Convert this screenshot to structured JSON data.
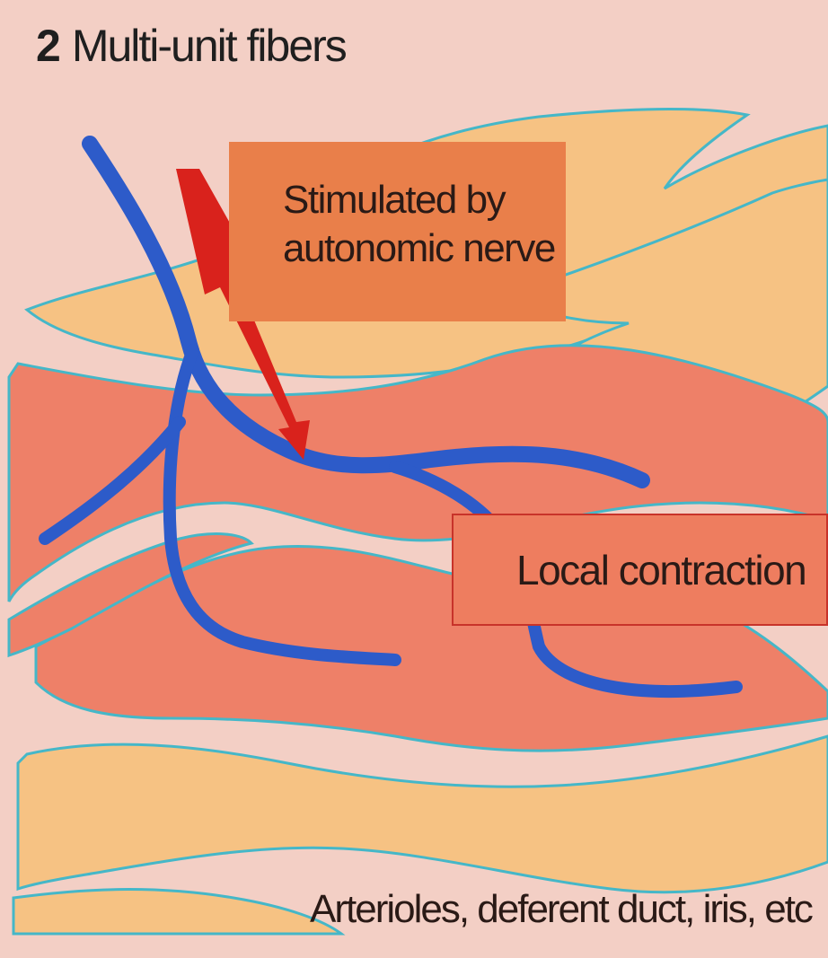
{
  "figure": {
    "title_number": "2",
    "title_text": "Multi-unit fibers",
    "stimulus_label_line1": "Stimulated by",
    "stimulus_label_line2": "autonomic nerve",
    "response_label": "Local contraction",
    "examples_caption": "Arterioles, deferent duct, iris, etc"
  },
  "colors": {
    "background_pink": "#f3cfc5",
    "cell_orange": "#f0a064",
    "cell_salmon": "#ee8068",
    "cell_yellow": "#f6c283",
    "membrane_outline": "#45b7c8",
    "nerve_fiber": "#2d5bc9",
    "stimulus_arrow": "#d9221c",
    "stimulus_box": "#e97f4a",
    "response_box": "#ee7d5f"
  },
  "icons": {
    "nerve": "nerve-fiber-icon",
    "stimulus": "lightning-bolt-icon"
  }
}
